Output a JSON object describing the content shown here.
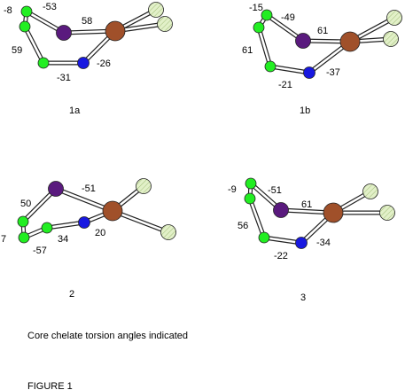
{
  "figure_label": "FIGURE 1",
  "caption": "Core chelate torsion angles indicated",
  "molecules": [
    {
      "label": "1a",
      "angles": [
        "-8",
        "-53",
        "58",
        "59",
        "-26",
        "-31"
      ]
    },
    {
      "label": "1b",
      "angles": [
        "-15",
        "-49",
        "61",
        "61",
        "-37",
        "-21"
      ]
    },
    {
      "label": "2",
      "angles": [
        "-51",
        "50",
        "7",
        "34",
        "20",
        "-57"
      ]
    },
    {
      "label": "3",
      "angles": [
        "-9",
        "-51",
        "61",
        "56",
        "-34",
        "-22"
      ]
    }
  ],
  "colors": {
    "carbon": "#22ee22",
    "nitrogen": "#1818e0",
    "selenium": "#5a1a7e",
    "metal": "#a0502a",
    "halide": "#e2f0c8"
  }
}
